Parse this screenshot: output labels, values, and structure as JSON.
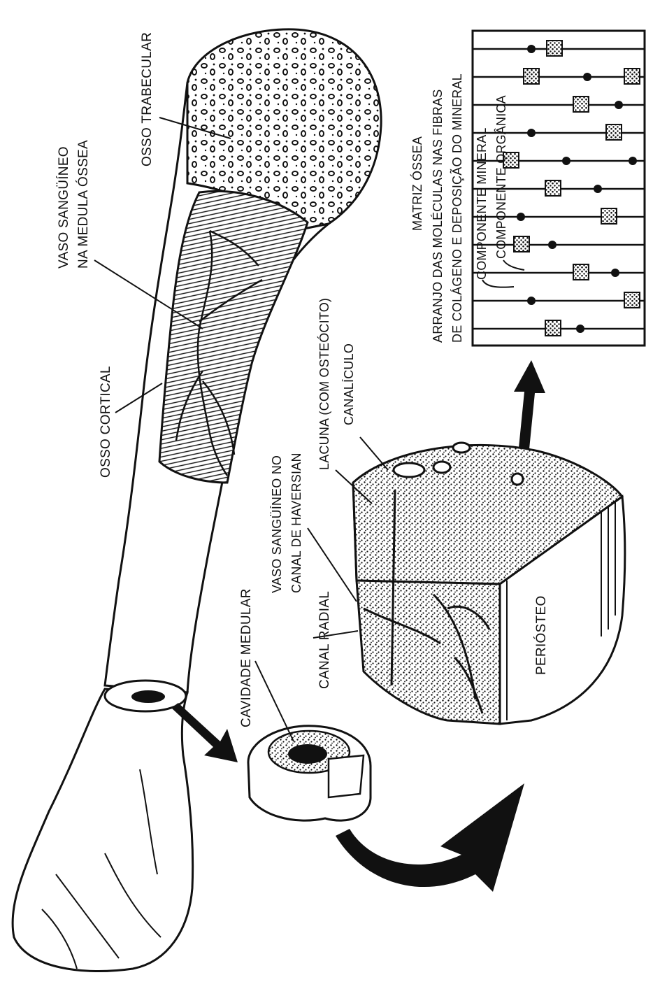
{
  "labels": {
    "osso_trabecular": "OSSO TRABECULAR",
    "vaso_medula_1": "VASO SANGÜÍNEO",
    "vaso_medula_2": "NA MEDULA ÓSSEA",
    "osso_cortical": "OSSO CORTICAL",
    "cavidade_medular": "CAVIDADE MEDULAR",
    "vaso_haversian_1": "VASO SANGÜÍNEO NO",
    "vaso_haversian_2": "CANAL DE HAVERSIAN",
    "canal_radial": "CANAL RADIAL",
    "lacuna": "LACUNA (COM OSTEÓCITO)",
    "canaliculo": "CANALÍCULO",
    "periosteo": "PERIÓSTEO",
    "matriz_ossea": "MATRIZ ÓSSEA",
    "arranjo_1": "ARRANJO DAS MOLÉCULAS NAS FIBRAS",
    "arranjo_2": "DE COLÁGENO E DEPOSIÇÃO DO MINERAL",
    "componente_mineral": "COMPONENTE MINERAL",
    "componente_organica": "COMPONENTE ORGÂNICA"
  },
  "colors": {
    "ink": "#111111",
    "paper": "#ffffff"
  }
}
